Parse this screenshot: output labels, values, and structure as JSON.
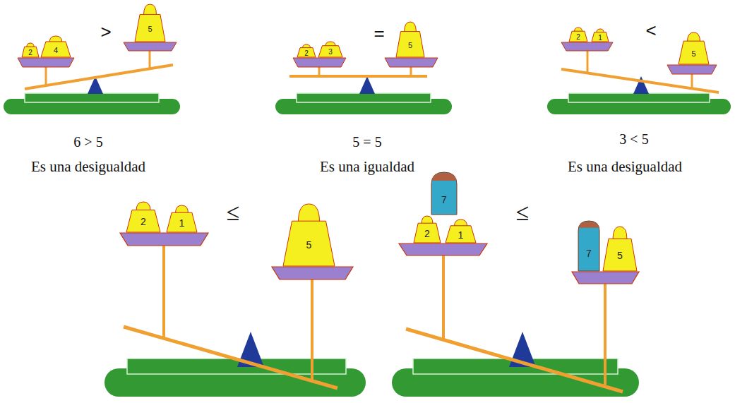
{
  "diagram": {
    "nodes": [
      {
        "text": [
          "2"
        ]
      },
      {
        "text": [
          "4"
        ]
      },
      {
        "text": [
          "5"
        ]
      },
      {
        "text": [
          "2"
        ]
      },
      {
        "text": [
          "3"
        ]
      },
      {
        "text": [
          "5"
        ]
      },
      {
        "text": [
          "2"
        ]
      },
      {
        "text": [
          "1"
        ]
      },
      {
        "text": [
          "5"
        ]
      },
      {
        "text": [
          "2"
        ]
      },
      {
        "text": [
          "1"
        ]
      },
      {
        "text": [
          "5"
        ]
      },
      {
        "text": [
          "7"
        ]
      },
      {
        "text": [
          "2"
        ]
      },
      {
        "text": [
          "1"
        ]
      },
      {
        "text": [
          "7"
        ]
      },
      {
        "text": [
          "5"
        ]
      }
    ],
    "labels": [
      ">",
      "6 > 5",
      "Es una desigualdad",
      "=",
      "5 = 5",
      "Es una igualdad",
      "<",
      "3 < 5",
      "Es una desigualdad",
      "≤",
      "≤"
    ]
  }
}
